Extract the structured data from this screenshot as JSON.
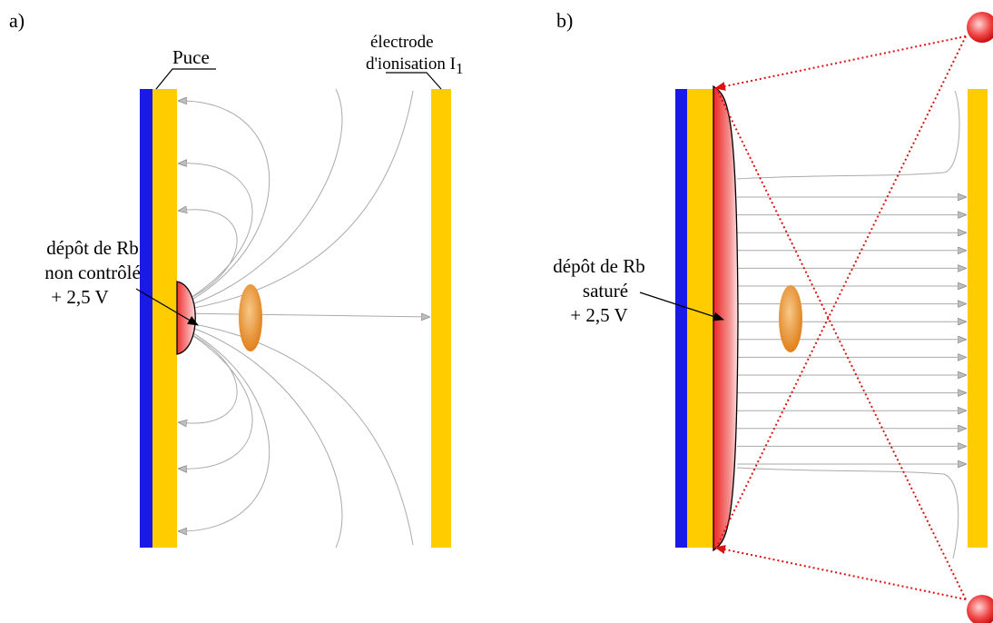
{
  "panel_a": {
    "label": "a)",
    "chip_label": "Puce",
    "electrode_line1": "électrode",
    "electrode_line2": "d'ionisation I",
    "electrode_sub": "1",
    "deposit_line1": "dépôt de Rb",
    "deposit_line2": "non contrôlé",
    "deposit_line3": "+ 2,5 V"
  },
  "panel_b": {
    "label": "b)",
    "deposit_line1": "dépôt de Rb",
    "deposit_line2": "saturé",
    "deposit_line3": "+ 2,5 V"
  },
  "colors": {
    "substrate": "#1a1ae6",
    "gold": "#ffcc00",
    "deposit": "#ee4444",
    "atom_cloud": "#e8902a",
    "field_line": "#aaaaaa",
    "ray": "#dd1111"
  }
}
